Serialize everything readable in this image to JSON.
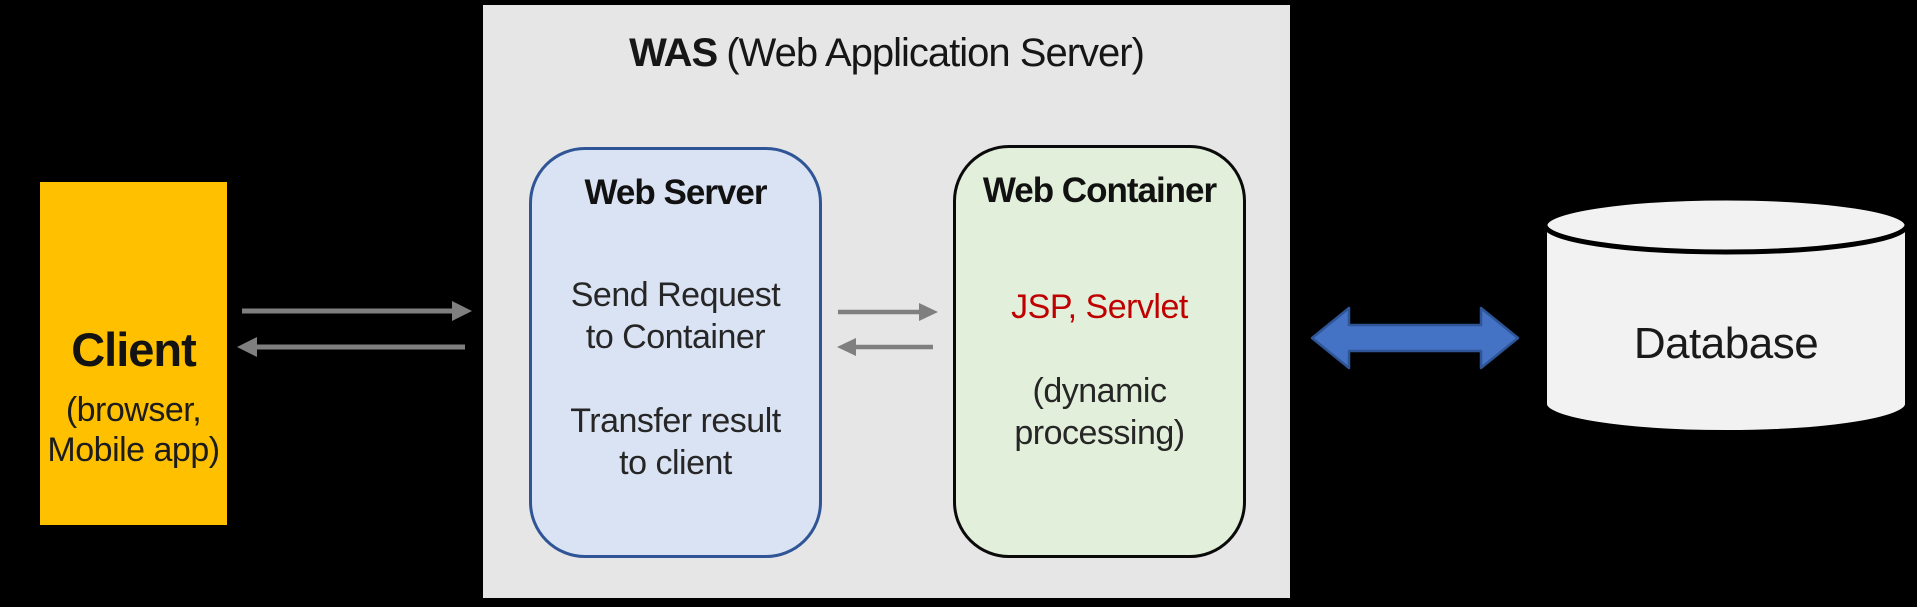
{
  "was": {
    "title_bold": "WAS",
    "title_rest": "(Web Application Server)"
  },
  "client": {
    "title": "Client",
    "subtitle_line1": "(browser,",
    "subtitle_line2": "Mobile app)"
  },
  "web_server": {
    "title": "Web Server",
    "line1": "Send Request",
    "line2": "to Container",
    "line3": "Transfer result",
    "line4": "to client"
  },
  "web_container": {
    "title": "Web Container",
    "highlight": "JSP, Servlet",
    "line1": "(dynamic",
    "line2": "processing)"
  },
  "database": {
    "label": "Database"
  },
  "arrows": {
    "client_to_was": "right",
    "was_to_client": "left",
    "server_to_container": "right",
    "container_to_server": "left",
    "was_database": "bidirectional"
  },
  "colors": {
    "background": "#000000",
    "was_fill": "#E7E6E6",
    "client_fill": "#FFC000",
    "web_server_fill": "#DAE3F3",
    "web_server_border": "#2F5597",
    "web_container_fill": "#E2EFDA",
    "web_container_border": "#0A0A0A",
    "highlight_text": "#C00000",
    "arrow_gray": "#7F7F7F",
    "arrow_blue_fill": "#4472C4",
    "arrow_blue_border": "#2F5597",
    "database_fill": "#F2F2F2"
  }
}
